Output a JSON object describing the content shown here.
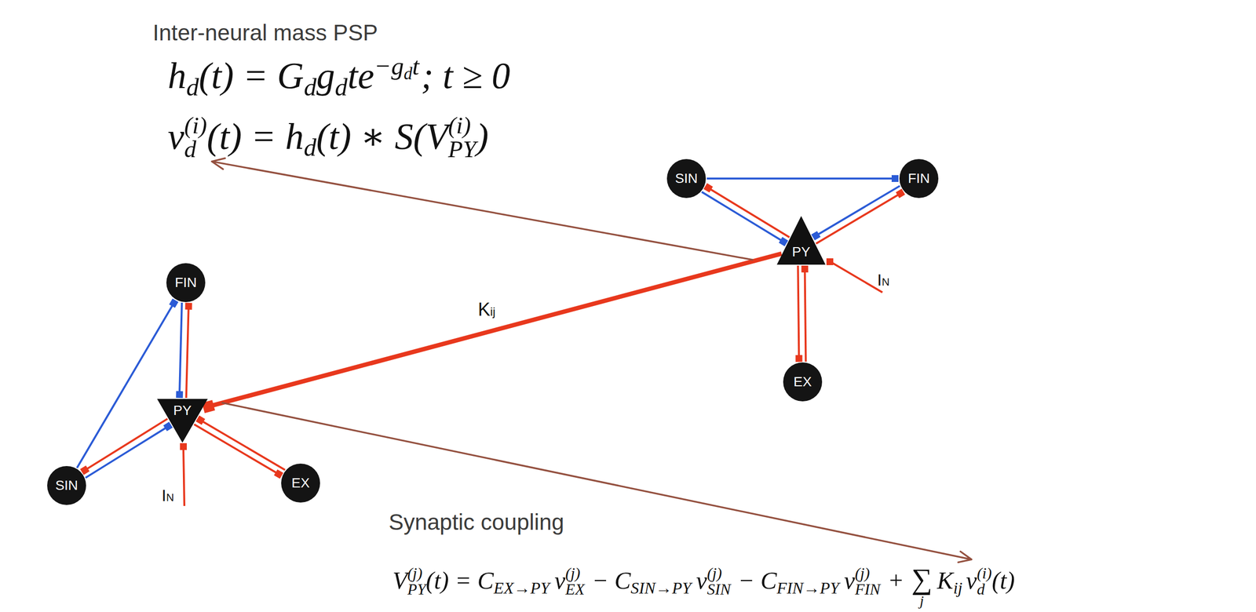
{
  "diagram": {
    "nodes": [
      {
        "text": [
          "IN"
        ]
      },
      {
        "text": [
          "SIN"
        ],
        "in": 0
      },
      {
        "text": [
          "FIN"
        ],
        "in": 0
      },
      {
        "text": [
          "PY"
        ],
        "in": 0
      },
      {
        "text": [
          "EX"
        ],
        "in": 0
      },
      {
        "text": [
          "IN"
        ]
      },
      {
        "text": [
          "FIN"
        ],
        "in": 5
      },
      {
        "text": [
          "PY"
        ],
        "in": 5
      },
      {
        "text": [
          "SIN"
        ],
        "in": 5
      },
      {
        "text": [
          "EX"
        ],
        "in": 5
      }
    ],
    "edges": [
      {
        "from": 1,
        "to": 2,
        "arrow": "to"
      },
      {
        "from": 3,
        "to": 1,
        "arrow": "to"
      },
      {
        "from": 1,
        "to": 3,
        "arrow": "to"
      },
      {
        "from": 3,
        "to": 2,
        "arrow": "to"
      },
      {
        "from": 2,
        "to": 3,
        "arrow": "to"
      },
      {
        "from": 3,
        "to": 4,
        "arrow": "to"
      },
      {
        "from": 4,
        "to": 3,
        "arrow": "to"
      },
      {
        "from": 3,
        "to": 7,
        "label": "Kij",
        "arrow": "to"
      },
      {
        "from": 8,
        "to": 6,
        "arrow": "to"
      },
      {
        "from": 7,
        "to": 6,
        "arrow": "to"
      },
      {
        "from": 6,
        "to": 7,
        "arrow": "to"
      },
      {
        "from": 7,
        "to": 8,
        "arrow": "to"
      },
      {
        "from": 8,
        "to": 7,
        "arrow": "to"
      },
      {
        "from": 7,
        "to": 9,
        "arrow": "to"
      },
      {
        "from": 9,
        "to": 7,
        "arrow": "to"
      }
    ],
    "labels": [
      "Inter-neural mass PSP",
      "h",
      "d",
      "(t) = G",
      "d",
      "g",
      "d",
      "te",
      "−g",
      "d",
      "t",
      "; t ≥ 0",
      "v",
      "(i)",
      "d",
      "(t) = h",
      "d",
      "(t) ∗ S(V",
      "(i)",
      "PY",
      ")",
      "Synaptic coupling",
      "V",
      "(j)",
      "PY",
      "(t) = C",
      "EX→PY",
      "v",
      "(j)",
      "EX",
      "− C",
      "SIN→PY",
      "v",
      "(j)",
      "SIN",
      "− C",
      "FIN→PY",
      "v",
      "(j)",
      "FIN",
      "+",
      "∑",
      "j",
      "K",
      "ij",
      "v",
      "(i)",
      "d",
      "(t)"
    ]
  }
}
